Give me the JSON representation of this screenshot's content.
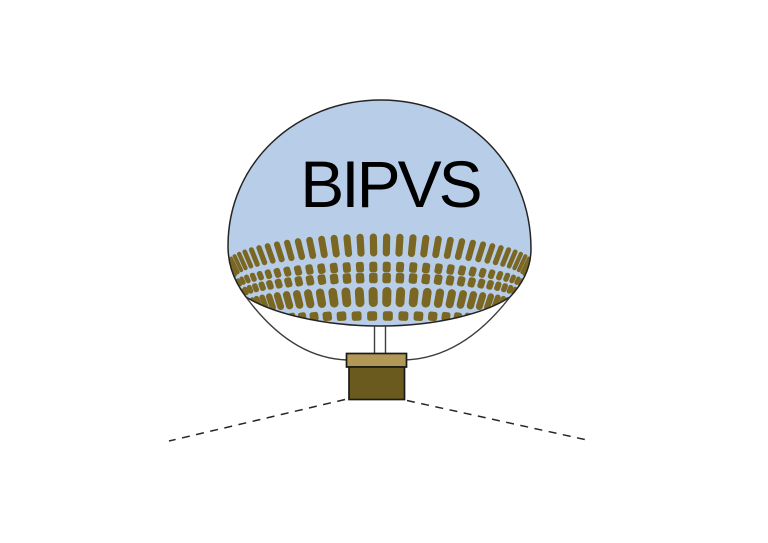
{
  "background_color": "#ffffff",
  "balloon": {
    "label": "BIPVS",
    "fill_color": "#b8cde7",
    "outline_color": "#242424",
    "text_color": "#000000"
  },
  "pv_cells": {
    "color": "#7a6724",
    "row_count": 5
  },
  "basket": {
    "lid_color": "#b29857",
    "body_color": "#6b5a1d",
    "outline_color": "#1a1a1a"
  },
  "lines": {
    "suspension_color": "#3d3d3d",
    "tether_color": "#262626",
    "tether_style": "dashed"
  }
}
